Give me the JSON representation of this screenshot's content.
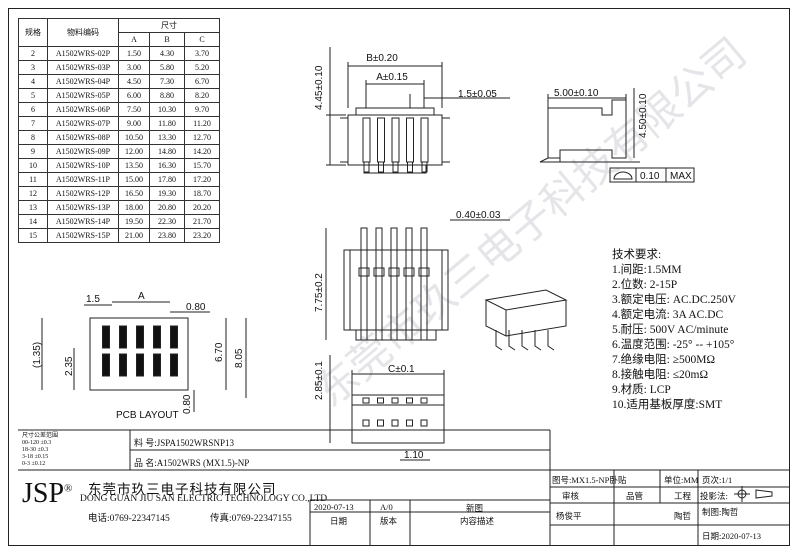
{
  "spec_table": {
    "headers": {
      "rule": "规格",
      "part_no": "物料编码",
      "dim": "尺寸",
      "a": "A",
      "b": "B",
      "c": "C"
    },
    "rows": [
      [
        "2",
        "A1502WRS-02P",
        "1.50",
        "4.30",
        "3.70"
      ],
      [
        "3",
        "A1502WRS-03P",
        "3.00",
        "5.80",
        "5.20"
      ],
      [
        "4",
        "A1502WRS-04P",
        "4.50",
        "7.30",
        "6.70"
      ],
      [
        "5",
        "A1502WRS-05P",
        "6.00",
        "8.80",
        "8.20"
      ],
      [
        "6",
        "A1502WRS-06P",
        "7.50",
        "10.30",
        "9.70"
      ],
      [
        "7",
        "A1502WRS-07P",
        "9.00",
        "11.80",
        "11.20"
      ],
      [
        "8",
        "A1502WRS-08P",
        "10.50",
        "13.30",
        "12.70"
      ],
      [
        "9",
        "A1502WRS-09P",
        "12.00",
        "14.80",
        "14.20"
      ],
      [
        "10",
        "A1502WRS-10P",
        "13.50",
        "16.30",
        "15.70"
      ],
      [
        "11",
        "A1502WRS-11P",
        "15.00",
        "17.80",
        "17.20"
      ],
      [
        "12",
        "A1502WRS-12P",
        "16.50",
        "19.30",
        "18.70"
      ],
      [
        "13",
        "A1502WRS-13P",
        "18.00",
        "20.80",
        "20.20"
      ],
      [
        "14",
        "A1502WRS-14P",
        "19.50",
        "22.30",
        "21.70"
      ],
      [
        "15",
        "A1502WRS-15P",
        "21.00",
        "23.80",
        "23.20"
      ]
    ]
  },
  "dims": {
    "b": "B±0.20",
    "a": "A±0.15",
    "pitch": "1.5±0.05",
    "h445": "4.45±0.10",
    "w500": "5.00±0.10",
    "h450": "4.50±0.10",
    "flat_val": "0.10",
    "flat_max": "MAX",
    "pin_w": "0.40±0.03",
    "len775": "7.75±0.2",
    "c": "C±0.1",
    "h285": "2.85±0.1",
    "pin_off": "1.10",
    "pcb": {
      "d15": "1.5",
      "a": "A",
      "d080a": "0.80",
      "d135": "(1.35)",
      "d235": "2.35",
      "d670": "6.70",
      "d805": "8.05",
      "d080b": "0.80",
      "title": "PCB LAYOUT"
    }
  },
  "requirements": {
    "title": "技术要求:",
    "items": [
      "1.间距:1.5MM",
      "2.位数: 2-15P",
      "3.额定电压: AC.DC.250V",
      "4.额定电流: 3A AC.DC",
      "5.耐压: 500V AC/minute",
      "6.温度范围: -25° -- +105°",
      "7.绝缘电阻: ≥500MΩ",
      "8.接触电阻: ≤20mΩ",
      "9.材质: LCP",
      "10.适用基板厚度:SMT"
    ]
  },
  "tolerance": {
    "title": "尺寸公差范围",
    "rows": [
      "00-120 ±0.3",
      "18-30 ±0.3",
      "3-18 ±0.15",
      "0-3 ±0.12"
    ]
  },
  "material_label": "料  号:JSPA1502WRSNP13",
  "name_label": "品  名:A1502WRS (MX1.5)-NP",
  "company": {
    "logo": "JSP",
    "reg": "®",
    "cn": "东莞市玖三电子科技有限公司",
    "en": "DONG GUAN JIU SAN ELECTRIC TECHNOLOGY CO.,LTD",
    "phone": "电话:0769-22347145",
    "fax": "传真:0769-22347155"
  },
  "revision": {
    "date": "2020-07-13",
    "ver": "A/0",
    "desc": "新图",
    "h_date": "日期",
    "h_ver": "版本",
    "h_desc": "内容描述"
  },
  "title_block": {
    "drawing": "图号:MX1.5-NP卧贴",
    "unit": "单位:MM",
    "page": "页次:1/1",
    "review": "审核",
    "manage": "品管",
    "process": "工程",
    "projection": "投影法:",
    "reviewer": "杨俊平",
    "engineer": "陶哲",
    "maker": "制图:陶哲",
    "date": "日期:2020-07-13"
  },
  "watermark": "东莞市玖三电子科技有限公司"
}
